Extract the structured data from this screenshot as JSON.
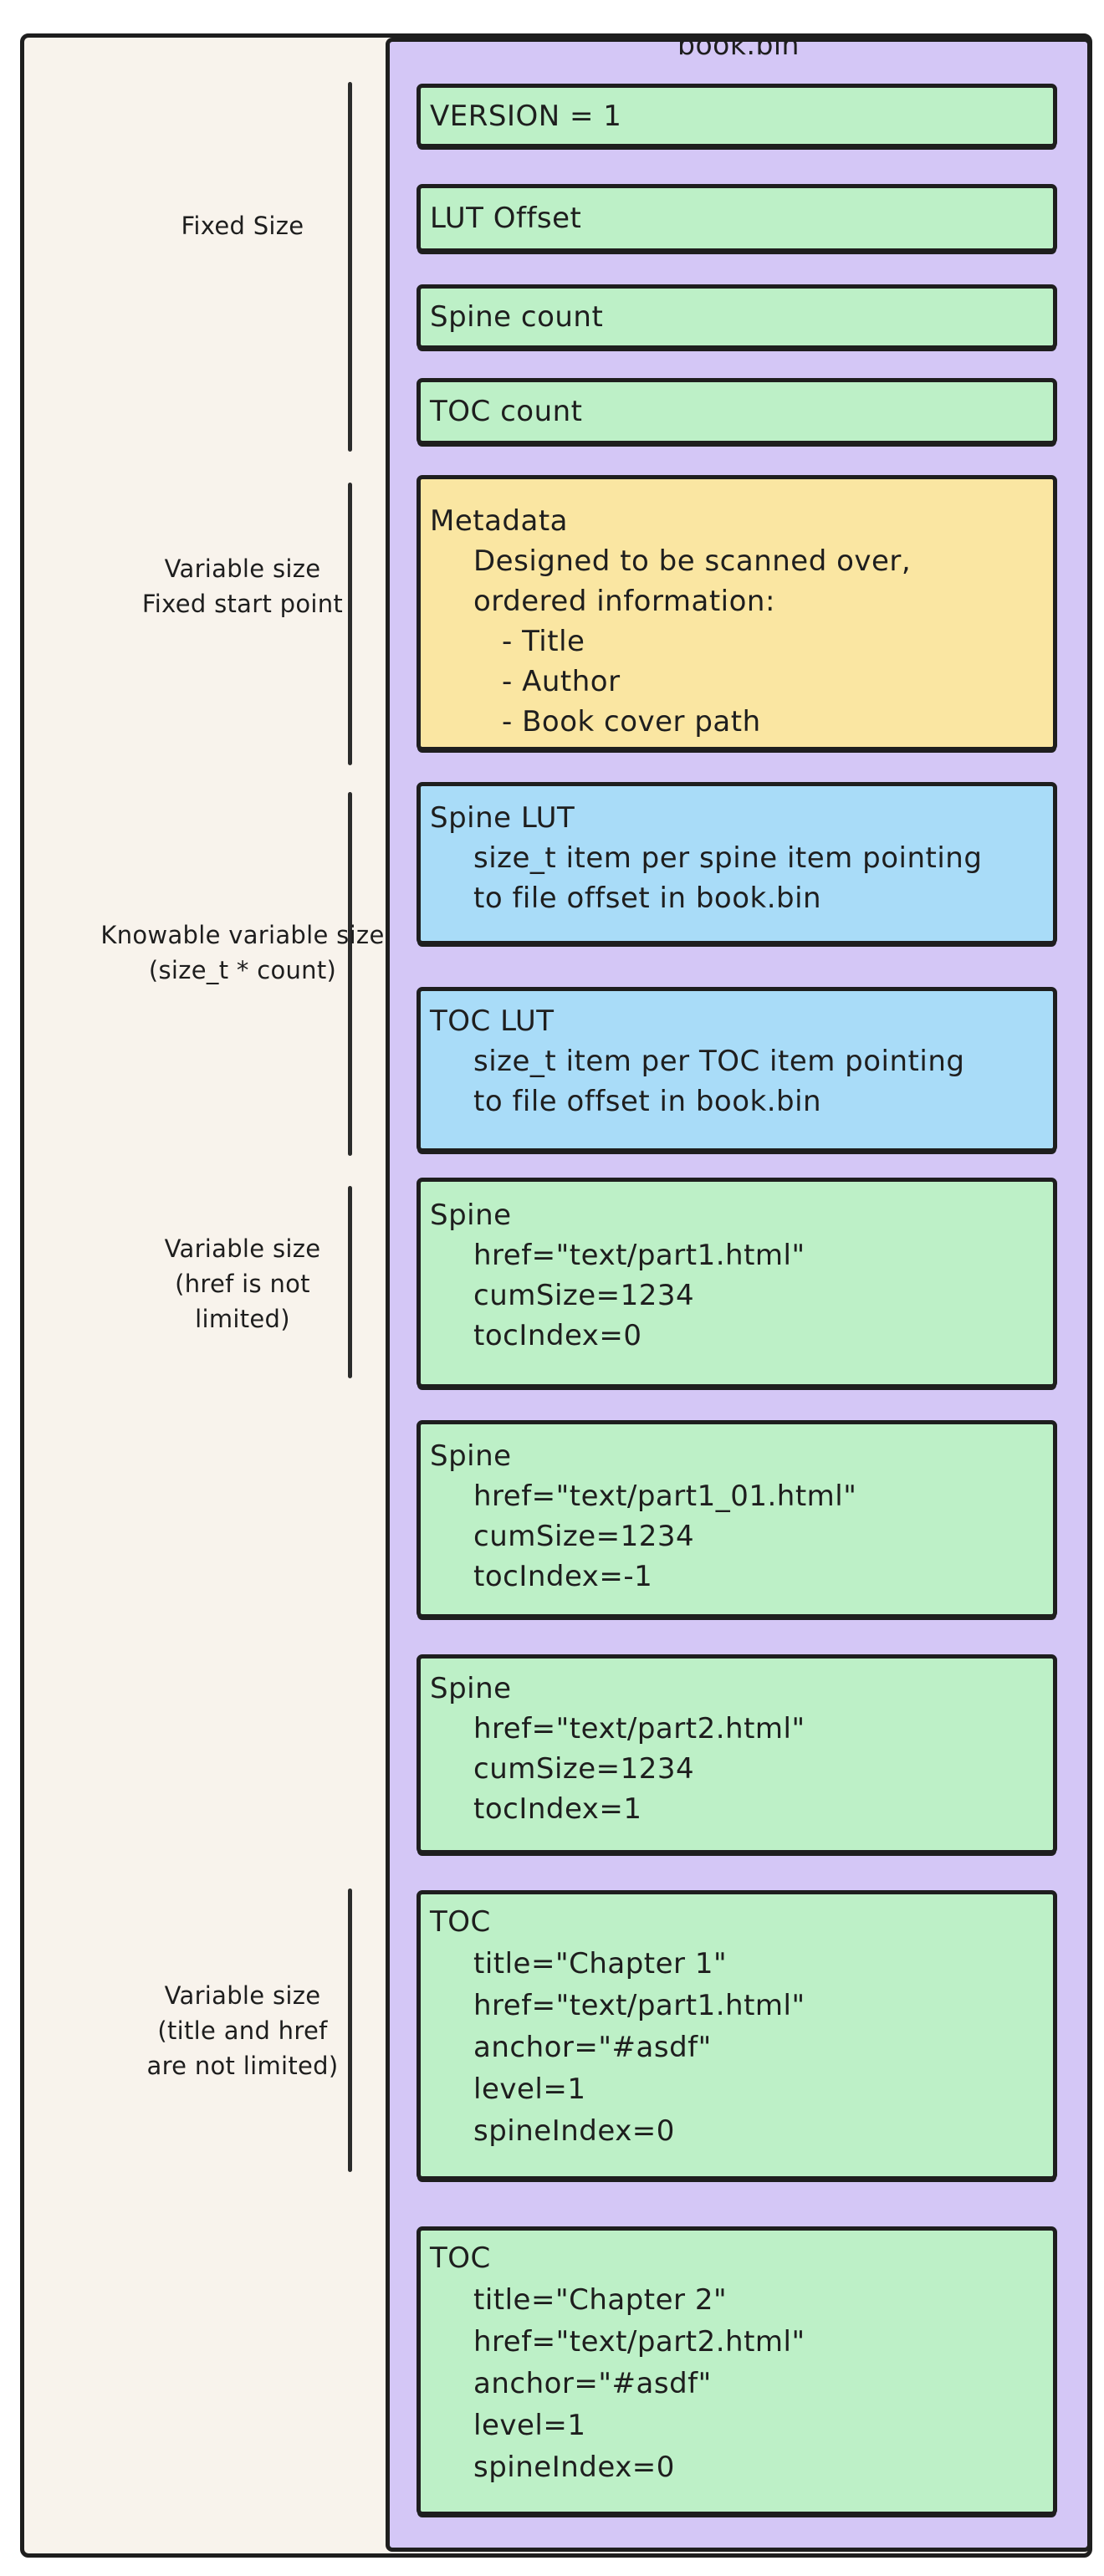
{
  "diagram": {
    "title": "book.bin",
    "side_labels": [
      {
        "lines": [
          "Fixed Size"
        ]
      },
      {
        "lines": [
          "Variable size",
          "Fixed start point"
        ]
      },
      {
        "lines": [
          "Knowable variable size",
          "(size_t * count)"
        ]
      },
      {
        "lines": [
          "Variable size",
          "(href is not",
          "limited)"
        ]
      },
      {
        "lines": [
          "Variable size",
          "(title and href",
          "are not limited)"
        ]
      }
    ],
    "boxes": [
      {
        "type": "fixed-field",
        "lines": [
          "VERSION = 1"
        ]
      },
      {
        "type": "fixed-field",
        "lines": [
          "LUT Offset"
        ]
      },
      {
        "type": "fixed-field",
        "lines": [
          "Spine count"
        ]
      },
      {
        "type": "fixed-field",
        "lines": [
          "TOC count"
        ]
      },
      {
        "type": "metadata",
        "lines": [
          "Metadata",
          "Designed to be scanned over,",
          "ordered information:",
          "- Title",
          "- Author",
          "- Book cover path"
        ]
      },
      {
        "type": "lut",
        "lines": [
          "Spine LUT",
          "size_t item per spine item pointing",
          "to file offset in book.bin"
        ]
      },
      {
        "type": "lut",
        "lines": [
          "TOC LUT",
          "size_t item per TOC item pointing",
          "to file offset in book.bin"
        ]
      },
      {
        "type": "spine-entry",
        "lines": [
          "Spine",
          "href=\"text/part1.html\"",
          "cumSize=1234",
          "tocIndex=0"
        ]
      },
      {
        "type": "spine-entry",
        "lines": [
          "Spine",
          "href=\"text/part1_01.html\"",
          "cumSize=1234",
          "tocIndex=-1"
        ]
      },
      {
        "type": "spine-entry",
        "lines": [
          "Spine",
          "href=\"text/part2.html\"",
          "cumSize=1234",
          "tocIndex=1"
        ]
      },
      {
        "type": "toc-entry",
        "lines": [
          "TOC",
          "title=\"Chapter 1\"",
          "href=\"text/part1.html\"",
          "anchor=\"#asdf\"",
          "level=1",
          "spineIndex=0"
        ]
      },
      {
        "type": "toc-entry",
        "lines": [
          "TOC",
          "title=\"Chapter 2\"",
          "href=\"text/part2.html\"",
          "anchor=\"#asdf\"",
          "level=1",
          "spineIndex=0"
        ]
      }
    ],
    "colors": {
      "purple": "#d4c7f6",
      "green": "#bdf0c7",
      "yellow": "#fae6a2",
      "blue": "#a9dcf8",
      "cream": "#f8f3ec",
      "ink": "#1e1e1e"
    }
  }
}
